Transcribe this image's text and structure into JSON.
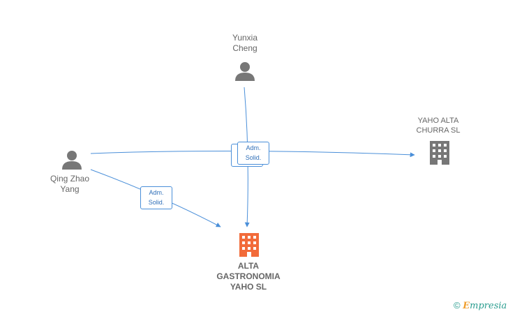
{
  "nodes": {
    "yunxia": {
      "name": "Yunxia\nCheng"
    },
    "qing": {
      "name": "Qing Zhao\nYang"
    },
    "yaho_alta": {
      "name": "YAHO ALTA\nCHURRA  SL"
    },
    "alta_gastronomia": {
      "name": "ALTA\nGASTRONOMIA\nYAHO  SL"
    }
  },
  "edges": {
    "role_label": "Adm.\nSolid."
  },
  "colors": {
    "edge": "#4a8fd9",
    "person": "#777777",
    "company": "#777777",
    "main_company": "#f26b3a"
  },
  "watermark": {
    "symbol": "©",
    "brand_initial": "E",
    "brand_rest": "mpresia"
  }
}
